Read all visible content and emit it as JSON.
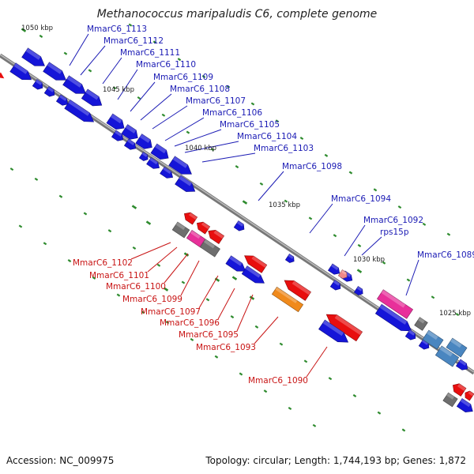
{
  "title": "Methanococcus maripaludis C6, complete genome",
  "footer": {
    "accession": "Accession: NC_009975",
    "summary": "Topology: circular; Length: 1,744,193 bp; Genes: 1,872"
  },
  "ticks": [
    "1050 kbp",
    "1045 kbp",
    "1040 kbp",
    "1035 kbp",
    "1030 kbp",
    "1025 kbp"
  ],
  "labels_forward": [
    "MmarC6_1113",
    "MmarC6_1112",
    "MmarC6_1111",
    "MmarC6_1110",
    "MmarC6_1109",
    "MmarC6_1108",
    "MmarC6_1107",
    "MmarC6_1106",
    "MmarC6_1105",
    "MmarC6_1104",
    "MmarC6_1103",
    "MmarC6_1098",
    "MmarC6_1094",
    "MmarC6_1092",
    "rps15p",
    "MmarC6_1089"
  ],
  "labels_reverse": [
    "MmarC6_1102",
    "MmarC6_1101",
    "MmarC6_1100",
    "MmarC6_1099",
    "MmarC6_1097",
    "MmarC6_1096",
    "MmarC6_1095",
    "MmarC6_1093",
    "MmarC6_1090"
  ],
  "colors": {
    "blue": "#1515d8",
    "red": "#e80e0e",
    "gray": "#6e6e6e",
    "pink": "#e8309a",
    "orange": "#f08a1c",
    "steel": "#4a86c0",
    "salmon": "#f08888",
    "green": "#2e8b2e"
  }
}
